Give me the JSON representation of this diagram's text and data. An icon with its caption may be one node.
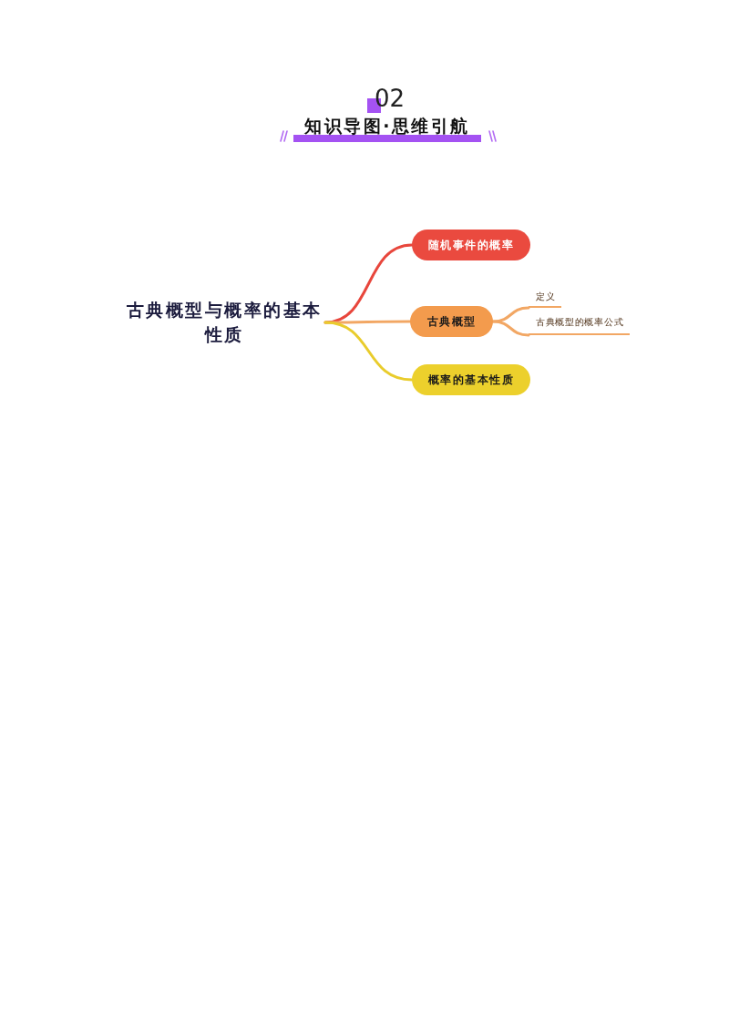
{
  "diagram": {
    "title": "知识导图·思维引航",
    "nodes": [
      {
        "text": [
          "古典概型与概率的基本性质"
        ]
      },
      {
        "text": [
          "随机事件的概率"
        ]
      },
      {
        "text": [
          "古典概型"
        ]
      },
      {
        "text": [
          "概率的基本性质"
        ]
      },
      {
        "text": [
          "定义"
        ]
      },
      {
        "text": [
          "古典概型的概率公式"
        ]
      }
    ],
    "edges": [
      {
        "from": 0,
        "to": 1,
        "arrow": "none",
        "color": "#e8463c"
      },
      {
        "from": 0,
        "to": 2,
        "arrow": "none"
      },
      {
        "from": 0,
        "to": 3,
        "arrow": "none",
        "color": "#e9cc2c"
      },
      {
        "from": 2,
        "to": 4,
        "arrow": "none"
      },
      {
        "from": 2,
        "to": 5,
        "arrow": "none"
      }
    ],
    "labels": [
      "02"
    ]
  }
}
